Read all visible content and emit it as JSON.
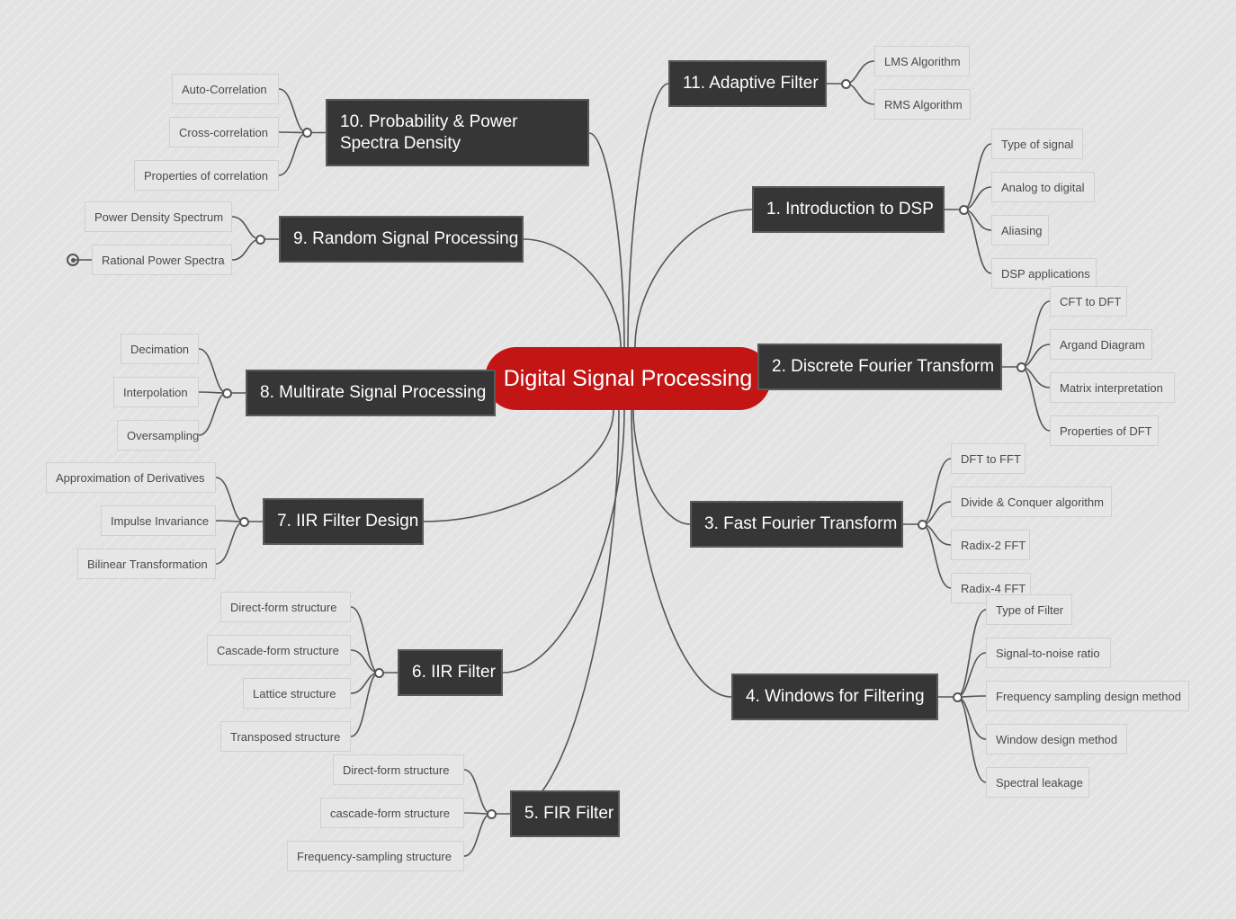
{
  "central": "Digital Signal Processing",
  "topics": [
    {
      "key": "t1",
      "label": "1. Introduction to DSP",
      "children": [
        "Type of signal",
        "Analog to digital",
        "Aliasing",
        "DSP applications"
      ]
    },
    {
      "key": "t2",
      "label": "2. Discrete Fourier Transform",
      "children": [
        "CFT to DFT",
        "Argand Diagram",
        "Matrix interpretation",
        "Properties of DFT"
      ]
    },
    {
      "key": "t3",
      "label": "3. Fast Fourier Transform",
      "children": [
        "DFT to FFT",
        "Divide & Conquer algorithm",
        "Radix-2 FFT",
        "Radix-4 FFT"
      ]
    },
    {
      "key": "t4",
      "label": "4. Windows for Filtering",
      "children": [
        "Type of Filter",
        "Signal-to-noise ratio",
        "Frequency sampling design method",
        "Window design method",
        "Spectral leakage"
      ]
    },
    {
      "key": "t5",
      "label": "5. FIR Filter",
      "children": [
        "Direct-form structure",
        "cascade-form structure",
        "Frequency-sampling structure"
      ]
    },
    {
      "key": "t6",
      "label": "6. IIR Filter",
      "children": [
        "Direct-form structure",
        "Cascade-form structure",
        "Lattice structure",
        "Transposed structure"
      ]
    },
    {
      "key": "t7",
      "label": "7. IIR Filter Design",
      "children": [
        "Approximation of Derivatives",
        "Impulse Invariance",
        "Bilinear Transformation"
      ]
    },
    {
      "key": "t8",
      "label": "8. Multirate Signal Processing",
      "children": [
        "Decimation",
        "Interpolation",
        "Oversampling"
      ]
    },
    {
      "key": "t9",
      "label": "9. Random Signal Processing",
      "children": [
        "Power Density Spectrum",
        "Rational Power Spectra"
      ]
    },
    {
      "key": "t10",
      "label": "10. Probability & Power Spectra Density",
      "children": [
        "Auto-Correlation",
        "Cross-correlation",
        "Properties of correlation"
      ]
    },
    {
      "key": "t11",
      "label": "11. Adaptive Filter",
      "children": [
        "LMS Algorithm",
        "RMS Algorithm"
      ]
    }
  ]
}
